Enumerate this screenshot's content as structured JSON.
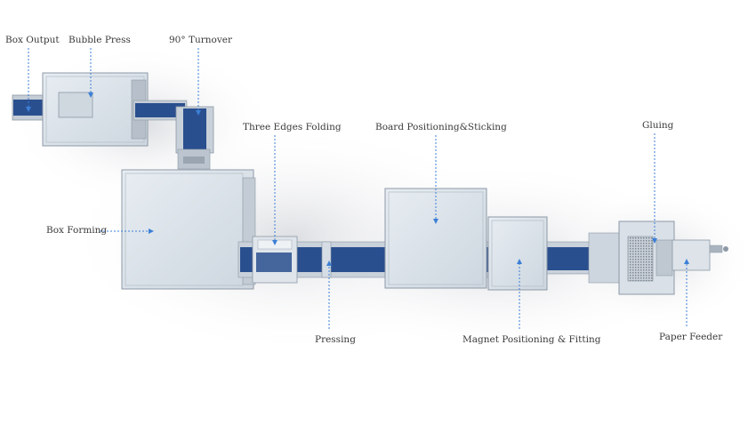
{
  "diagram": {
    "labels": {
      "box_output": "Box Output",
      "bubble_press": "Bubble Press",
      "turnover": "90° Turnover",
      "three_edges_folding": "Three Edges Folding",
      "board_positioning": "Board Positioning&Sticking",
      "gluing": "Gluing",
      "box_forming": "Box Forming",
      "pressing": "Pressing",
      "magnet_positioning": "Magnet Positioning & Fitting",
      "paper_feeder": "Paper Feeder"
    },
    "colors": {
      "conveyor_blue": "#2a4f8f",
      "machine_body": "#dce3ea",
      "machine_edge": "#8d99a6",
      "leader_line": "#3b7fd6",
      "label_text": "#3a3a3a"
    }
  }
}
